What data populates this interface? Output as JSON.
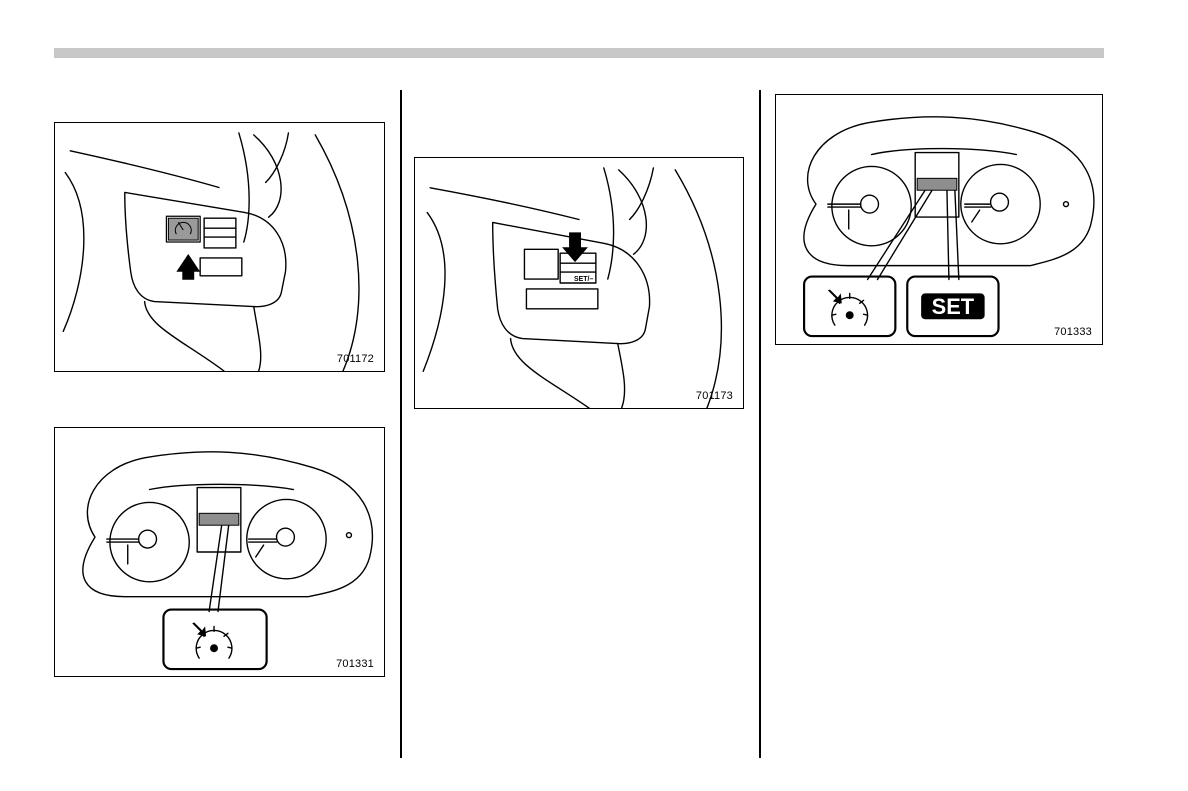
{
  "figures": {
    "steering_switch_main": {
      "code": "701172"
    },
    "meter_cruise_indicator": {
      "code": "701331"
    },
    "steering_switch_set": {
      "code": "701173",
      "switch_label": "SET/–"
    },
    "meter_cruise_set_indicator": {
      "code": "701333",
      "set_label": "SET"
    }
  }
}
